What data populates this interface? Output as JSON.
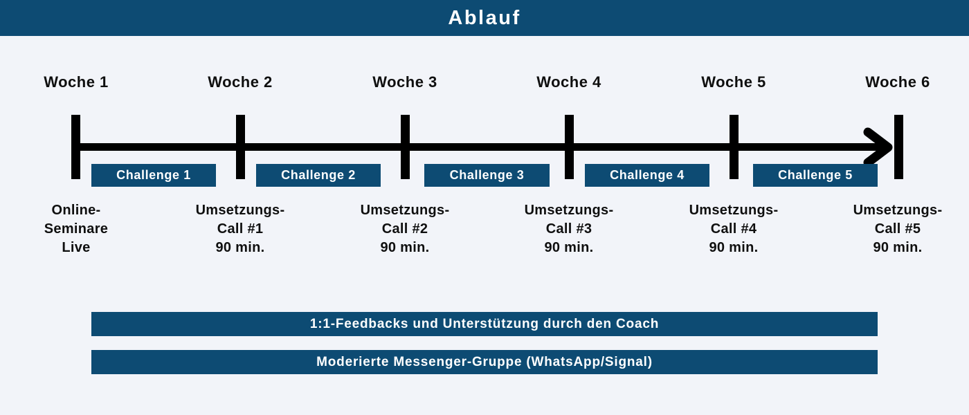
{
  "header": {
    "title": "Ablauf"
  },
  "timeline": {
    "weeks": [
      "Woche 1",
      "Woche 2",
      "Woche 3",
      "Woche 4",
      "Woche 5",
      "Woche 6"
    ],
    "challenges": [
      "Challenge 1",
      "Challenge 2",
      "Challenge 3",
      "Challenge 4",
      "Challenge 5"
    ],
    "milestones": [
      "Online-\nSeminare\nLive",
      "Umsetzungs-\nCall #1\n90 min.",
      "Umsetzungs-\nCall #2\n90 min.",
      "Umsetzungs-\nCall #3\n90 min.",
      "Umsetzungs-\nCall #4\n90 min.",
      "Umsetzungs-\nCall #5\n90 min."
    ]
  },
  "bottom_bars": [
    "1:1-Feedbacks und Unterstützung durch den Coach",
    "Moderierte Messenger-Gruppe (WhatsApp/Signal)"
  ],
  "colors": {
    "accent": "#0d4b73",
    "background": "#f2f4f9",
    "timeline": "#000000",
    "text": "#0f0f0f",
    "badge_text": "#ffffff"
  }
}
